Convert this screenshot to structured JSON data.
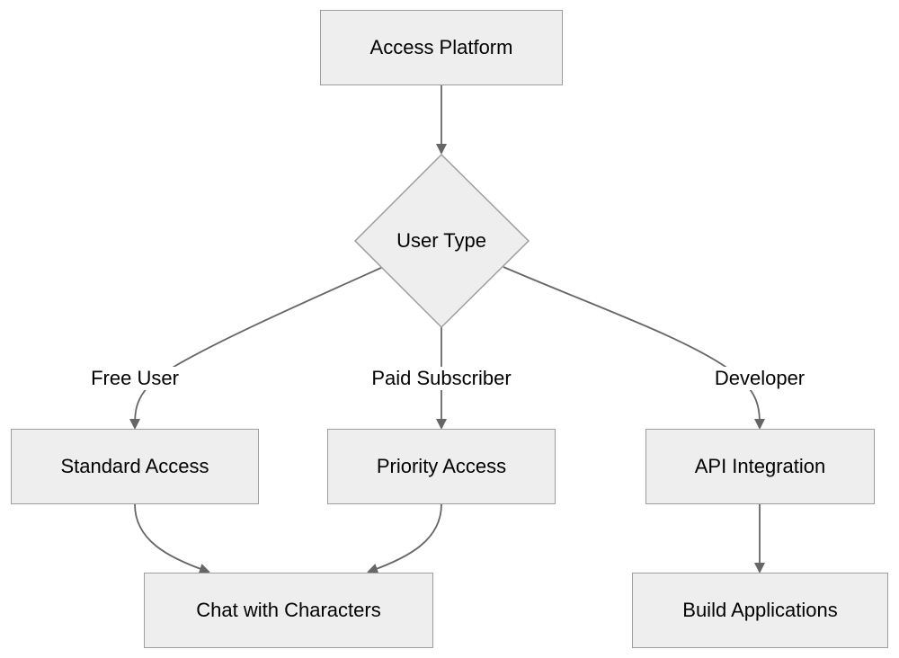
{
  "diagram": {
    "nodes": {
      "access_platform": "Access Platform",
      "user_type": "User Type",
      "standard_access": "Standard Access",
      "priority_access": "Priority Access",
      "api_integration": "API Integration",
      "chat_with_characters": "Chat with Characters",
      "build_applications": "Build Applications"
    },
    "edge_labels": {
      "free_user": "Free User",
      "paid_subscriber": "Paid Subscriber",
      "developer": "Developer"
    },
    "colors": {
      "node_fill": "#eeeeee",
      "node_border": "#9e9e9e",
      "edge": "#666666",
      "text": "#000000",
      "background": "#ffffff"
    }
  }
}
